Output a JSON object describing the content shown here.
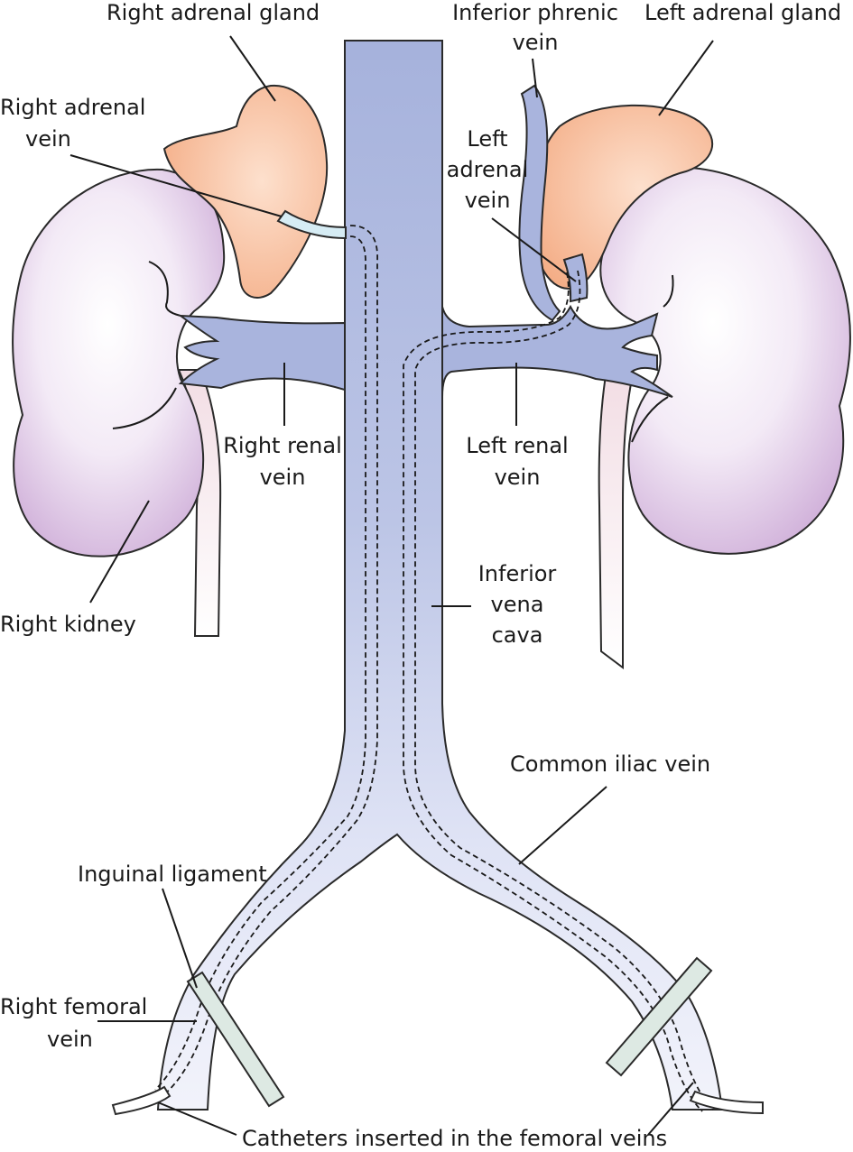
{
  "labels": {
    "right_adrenal_gland": "Right adrenal gland",
    "inferior_phrenic_vein": [
      "Inferior phrenic",
      "vein"
    ],
    "left_adrenal_gland": "Left adrenal gland",
    "right_adrenal_vein": [
      "Right adrenal",
      "vein"
    ],
    "left_adrenal_vein": [
      "Left",
      "adrenal",
      "vein"
    ],
    "right_renal_vein": [
      "Right renal",
      "vein"
    ],
    "left_renal_vein": [
      "Left renal",
      "vein"
    ],
    "right_kidney": "Right kidney",
    "inferior_vena_cava": [
      "Inferior",
      "vena",
      "cava"
    ],
    "common_iliac_vein": "Common iliac vein",
    "inguinal_ligament": "Inguinal ligament",
    "right_femoral_vein": [
      "Right femoral",
      "vein"
    ],
    "catheters": "Catheters inserted in the femoral veins"
  },
  "colors": {
    "vein": "#a9b4dd",
    "vein_light": "#e6e9f8",
    "kidney": "#c9a4d3",
    "kidney_light": "#f7f0f9",
    "adrenal": "#f6b894",
    "adrenal_light": "#ffe6d6",
    "ligament": "#dde9e3",
    "adrenal_vein_catheter": "#d6ecf4",
    "ureter": "#f4e8ec"
  }
}
